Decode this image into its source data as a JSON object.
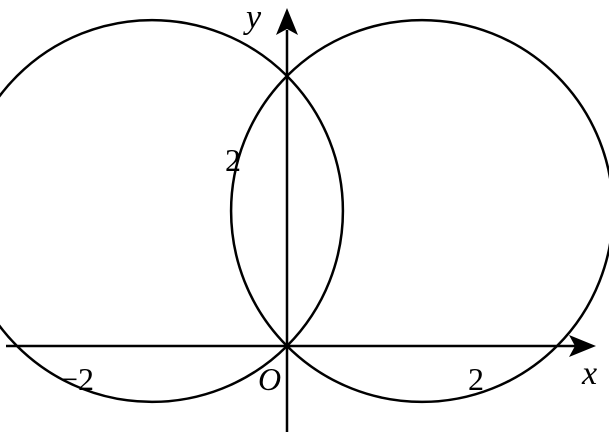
{
  "axes": {
    "x_label": "x",
    "y_label": "y",
    "origin_label": "O"
  },
  "tick_labels": {
    "x_neg": "−2",
    "x_pos": "2",
    "y_pos": "2"
  },
  "circles": [
    {
      "name": "left-circle",
      "center": [
        -1.5,
        1.5
      ],
      "radius": 2.1213
    },
    {
      "name": "right-circle",
      "center": [
        1.5,
        1.5
      ],
      "radius": 2.1213
    }
  ],
  "colors": {
    "stroke": "#000000",
    "background": "#ffffff"
  }
}
